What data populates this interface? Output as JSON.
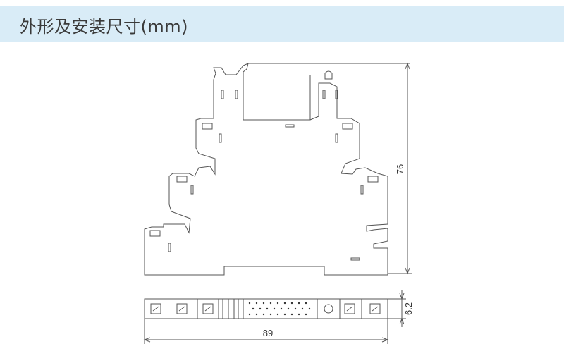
{
  "header": {
    "title": "外形及安装尺寸(mm)",
    "background": "#d9ecf7"
  },
  "dimensions": {
    "height": "76",
    "width": "89",
    "thickness": "6.2"
  },
  "colors": {
    "line": "#555555",
    "text": "#333333"
  }
}
